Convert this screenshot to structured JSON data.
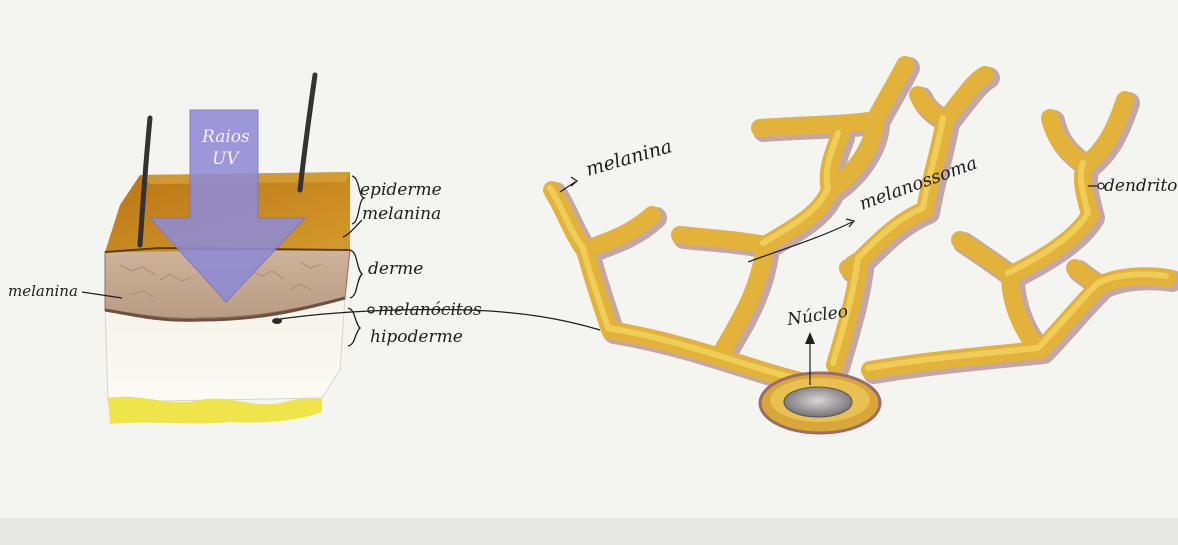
{
  "palette": {
    "paper": "#f4f4f1",
    "epidermis": "#c9871e",
    "dermis": "#c7ad93",
    "hypodermis": "#f7f4ec",
    "fat_yellow": "#efe64a",
    "uv_arrow": "#8f8bd6",
    "melanocyte_body": "#e2b23a",
    "melanocyte_shadow": "#9c6a6a",
    "nucleus": "#9a9598",
    "ink": "#1e1e1e"
  },
  "skin_block": {
    "uv_label_line1": "Raios",
    "uv_label_line2": "UV",
    "labels": {
      "epidermis": "epiderme",
      "melanin_right": "melanina",
      "dermis": "derme",
      "melanocytes": "melanócitos",
      "hypodermis": "hipoderme",
      "melanin_left": "melanina"
    }
  },
  "melanocyte_cell": {
    "labels": {
      "melanin": "melanina",
      "melanosome": "melanossoma",
      "dendrite": "dendrito",
      "nucleus": "Núcleo"
    }
  }
}
